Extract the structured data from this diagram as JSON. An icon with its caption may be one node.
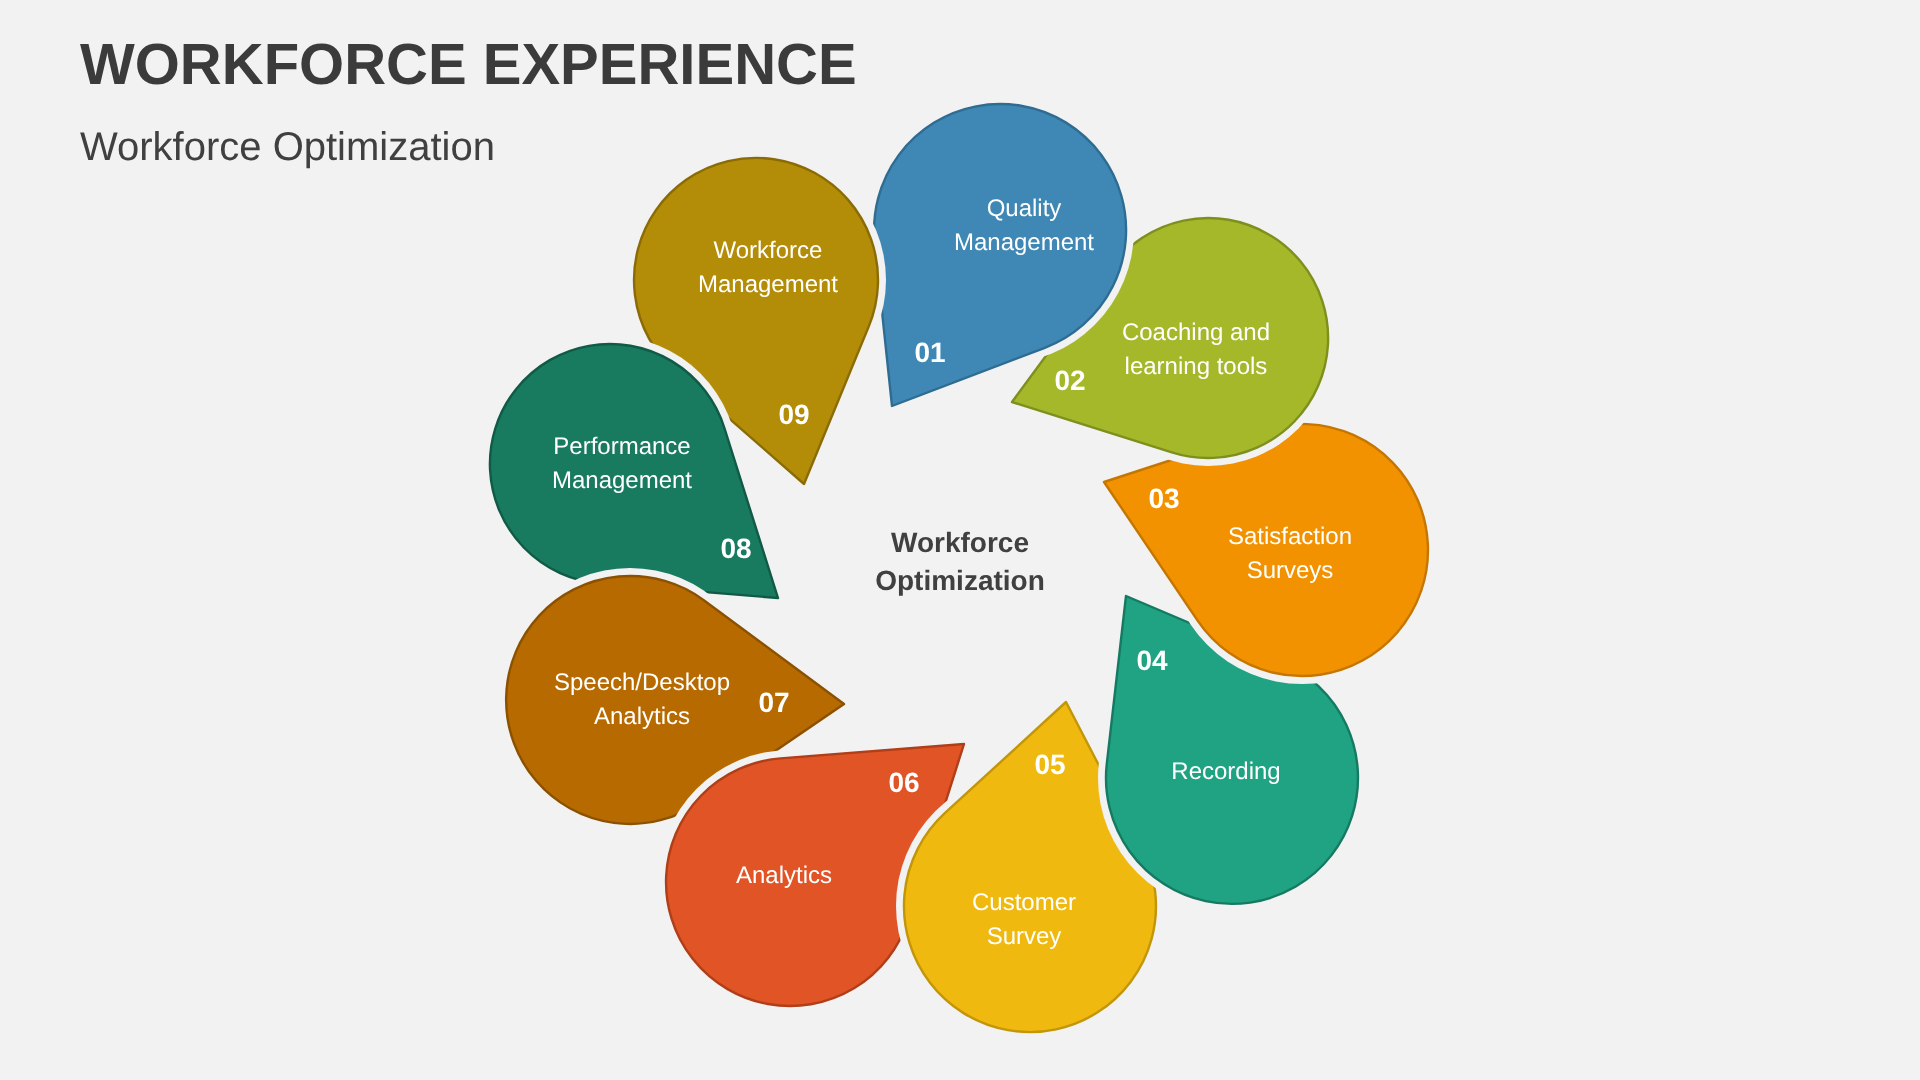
{
  "diagram": {
    "title": "WORKFORCE EXPERIENCE",
    "nodes": [
      {
        "text": [
          "Quality Management",
          "01"
        ]
      },
      {
        "text": [
          "Coaching and learning tools",
          "02"
        ]
      },
      {
        "text": [
          "03",
          "Satisfaction Surveys"
        ]
      },
      {
        "text": [
          "04",
          "Recording"
        ]
      },
      {
        "text": [
          "05",
          "Customer Survey"
        ]
      },
      {
        "text": [
          "06",
          "Analytics"
        ]
      },
      {
        "text": [
          "Speech/Desktop Analytics",
          "07"
        ]
      },
      {
        "text": [
          "Performance Management",
          "08"
        ]
      },
      {
        "text": [
          "Workforce Management",
          "09"
        ]
      }
    ],
    "labels": [
      "Workforce Optimization",
      "Workforce Optimization"
    ]
  }
}
